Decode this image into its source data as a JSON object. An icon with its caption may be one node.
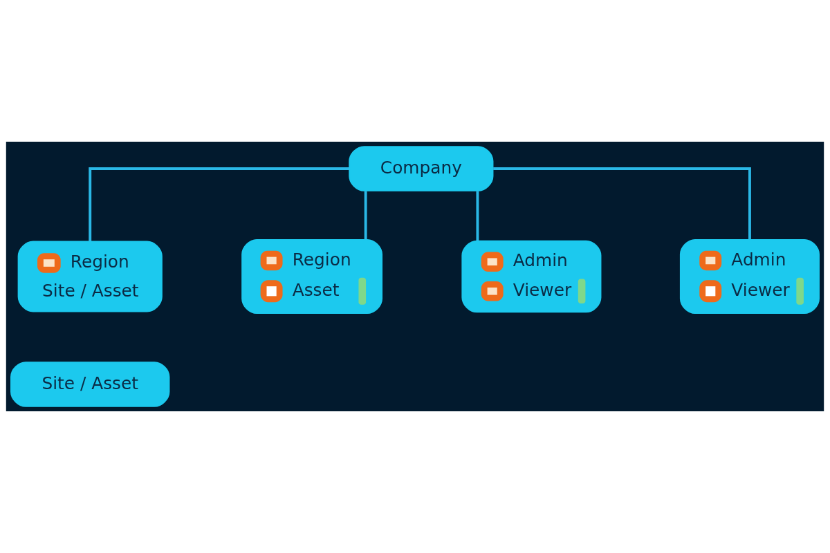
{
  "diagram": {
    "nodes": [
      {
        "text": [
          "Company"
        ]
      },
      {
        "text": [
          "Region",
          "Site / Asset"
        ]
      },
      {
        "text": [
          "Region",
          "Asset"
        ]
      },
      {
        "text": [
          "Admin",
          "Viewer"
        ]
      },
      {
        "text": [
          "Admin",
          "Viewer"
        ]
      },
      {
        "text": [
          "Site / Asset"
        ]
      }
    ],
    "edges": [
      {
        "from": 0,
        "to": 1,
        "arrow": "none"
      },
      {
        "from": 0,
        "to": 2,
        "arrow": "none"
      },
      {
        "from": 0,
        "to": 3,
        "arrow": "none"
      },
      {
        "from": 0,
        "to": 4,
        "arrow": "none"
      }
    ]
  }
}
